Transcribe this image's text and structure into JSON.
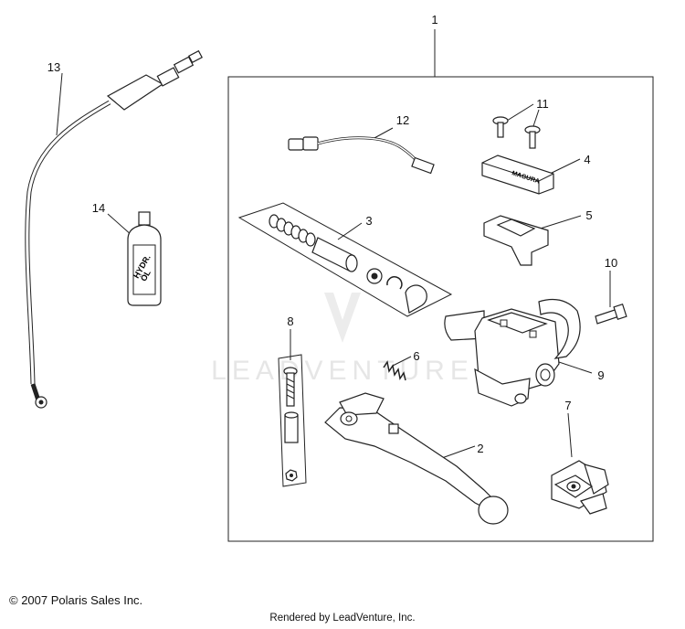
{
  "callouts": [
    "1",
    "2",
    "3",
    "4",
    "5",
    "6",
    "7",
    "8",
    "9",
    "10",
    "11",
    "12",
    "13",
    "14"
  ],
  "bottle_label": [
    "HYDR.",
    "ÖL"
  ],
  "cap_label": "MAGURA",
  "watermark": "LEADVENTURE",
  "footer": {
    "copyright": "© 2007 Polaris Sales Inc.",
    "rendered_by": "Rendered by LeadVenture, Inc."
  }
}
